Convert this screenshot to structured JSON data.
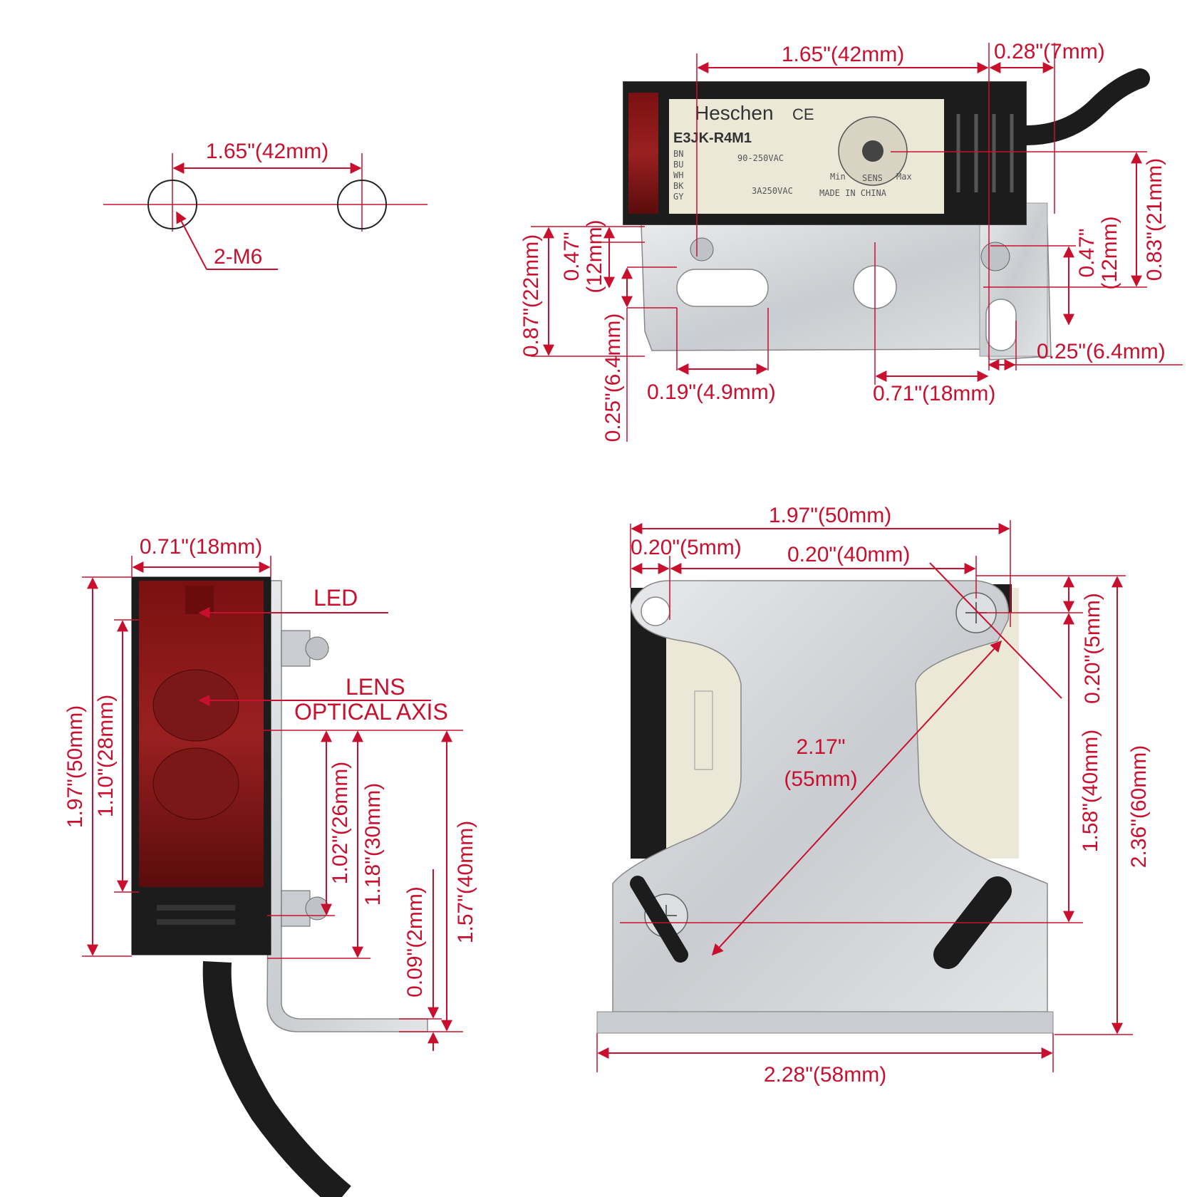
{
  "product": {
    "brand": "Heschen",
    "mark": "CE",
    "model": "E3JK-R4M1",
    "wires": [
      "BN",
      "BU",
      "WH",
      "BK",
      "GY"
    ],
    "voltage": "90-250VAC",
    "relay": "3A250VAC",
    "origin": "MADE IN CHINA",
    "knob_min": "Min",
    "knob_sens": "SENS",
    "knob_max": "Max"
  },
  "hole_view": {
    "spacing": "1.65\"(42mm)",
    "hole_label": "2-M6"
  },
  "front_view": {
    "body_length": "1.65\"(42mm)",
    "end_width": "0.28\"(7mm)",
    "left_height_total": "0.87\"(22mm)",
    "left_slot_offset": "0.47\"\n(12mm)",
    "left_slot_height": "0.25\"(6.4mm)",
    "slot_width": "0.19\"(4.9mm)",
    "hole_spacing": "0.71\"(18mm)",
    "right_slot_width": "0.25\"(6.4mm)",
    "right_slot_offset": "0.47\"\n(12mm)",
    "right_height": "0.83\"(21mm)"
  },
  "side_view": {
    "width": "0.71\"(18mm)",
    "led": "LED",
    "lens": "LENS",
    "optical_axis": "OPTICAL AXIS",
    "total_height": "1.97\"(50mm)",
    "lens_height": "1.10\"(28mm)",
    "screw_spacing": "1.02\"(26mm)",
    "axis_height": "1.18\"(30mm)",
    "bracket_height": "1.57\"(40mm)",
    "plate_thickness": "0.09\"(2mm)"
  },
  "top_view": {
    "width": "1.97\"(50mm)",
    "edge_offset": "0.20\"(5mm)",
    "hole_spacing": "0.20\"(40mm)",
    "diagonal_in": "2.17\"",
    "diagonal_mm": "(55mm)",
    "right_offset": "0.20\"(5mm)",
    "hole_vertical": "1.58\"(40mm)",
    "total_height": "2.36\"(60mm)",
    "base_width": "2.28\"(58mm)"
  },
  "colors": {
    "dimension": "#c8102e",
    "body_beige": "#ece8d8",
    "body_black": "#1c1c1c",
    "metal": "#d4d6d8",
    "led_red": "#8a1616"
  }
}
